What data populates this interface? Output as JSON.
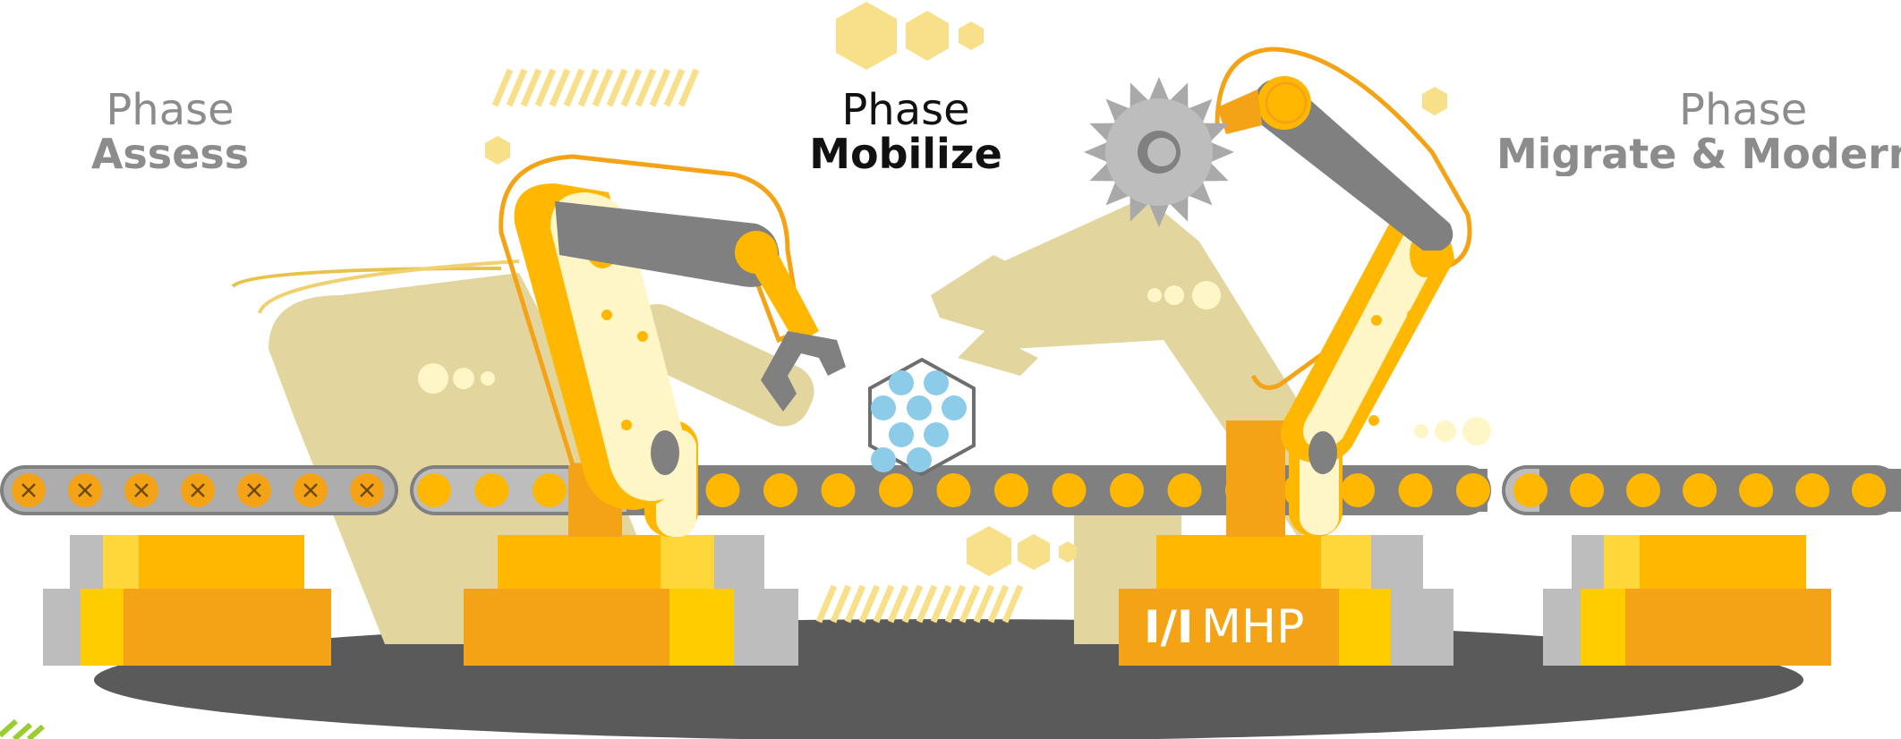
{
  "phases": [
    {
      "line1": "Phase",
      "line2": "Assess",
      "active": false
    },
    {
      "line1": "Phase",
      "line2": "Mobilize",
      "active": true
    },
    {
      "line1": "Phase",
      "line2": "Migrate & Modern",
      "active": false
    }
  ],
  "logo": {
    "text": "MHP",
    "mark": "I/I"
  },
  "colors": {
    "accent_yellow": "#FFB700",
    "accent_orange": "#F5A316",
    "light_yellow": "#FFF6C8",
    "beige": "#E2D59E",
    "gray": "#808080",
    "light_gray": "#BDBDBD",
    "dark_floor": "#5A5A5A",
    "hex_blue": "#8CCCE8",
    "active_text": "#111111",
    "inactive_text": "#8C8C8C"
  },
  "icons": [
    "gear-icon",
    "gripper-icon",
    "molecule-hexagon-icon",
    "cross-roller-icon"
  ]
}
